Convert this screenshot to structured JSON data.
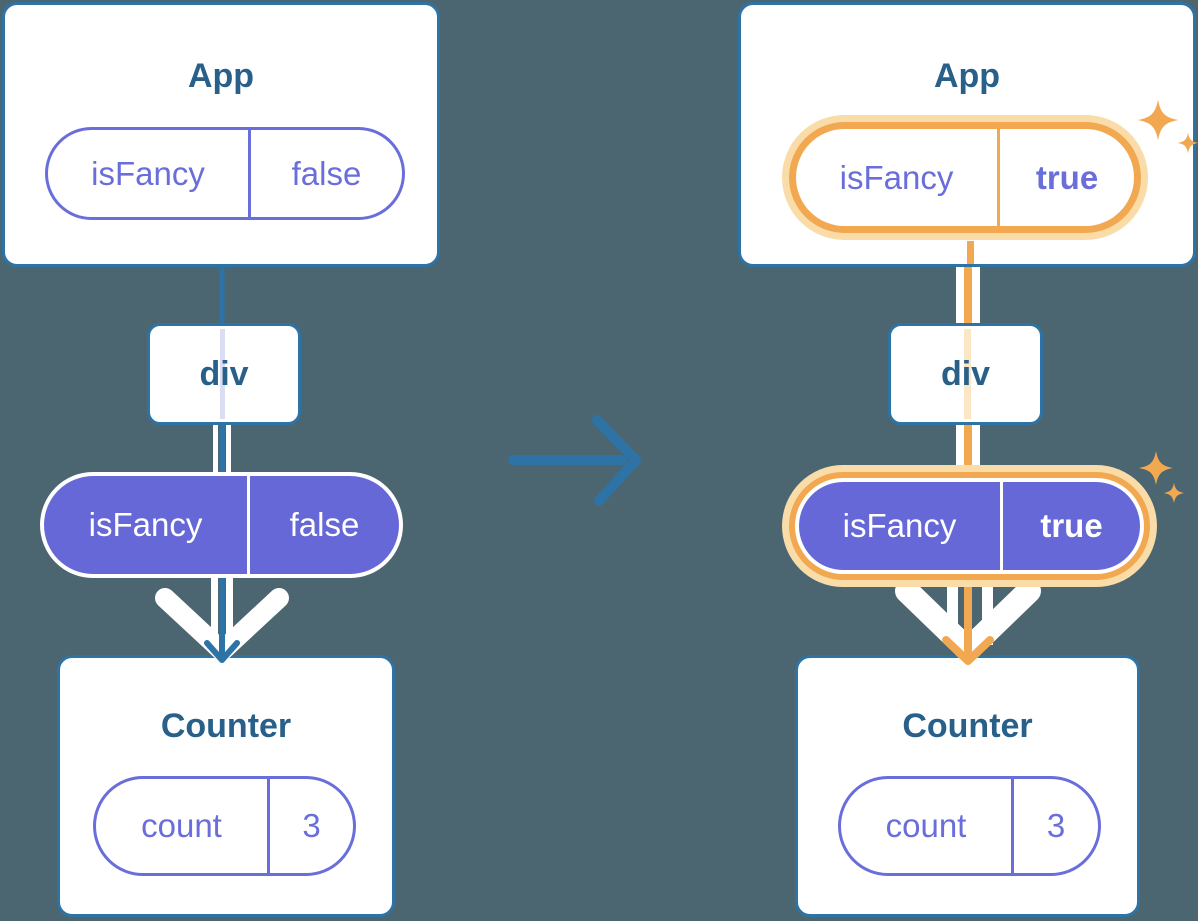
{
  "colors": {
    "bg": "#4B6670",
    "card": "#FFFFFF",
    "card_border": "#2D73A6",
    "title_text": "#286089",
    "purple_stroke": "#696EDA",
    "purple_fill": "#6768D8",
    "lavender": "#D9DEF2",
    "orange": "#F2A850",
    "orange_pale": "#FADCA9",
    "orange_faint": "#FBE7C6",
    "white": "#FFFFFF"
  },
  "icons": {
    "sparkle": "sparkle-icon",
    "transition": "arrow-right-icon"
  },
  "before": {
    "app_title": "App",
    "app_state": {
      "label": "isFancy",
      "value": "false"
    },
    "div_label": "div",
    "passed_prop": {
      "label": "isFancy",
      "value": "false"
    },
    "counter_title": "Counter",
    "counter_state": {
      "label": "count",
      "value": "3"
    }
  },
  "after": {
    "app_title": "App",
    "app_state": {
      "label": "isFancy",
      "value": "true"
    },
    "div_label": "div",
    "passed_prop": {
      "label": "isFancy",
      "value": "true"
    },
    "counter_title": "Counter",
    "counter_state": {
      "label": "count",
      "value": "3"
    }
  }
}
